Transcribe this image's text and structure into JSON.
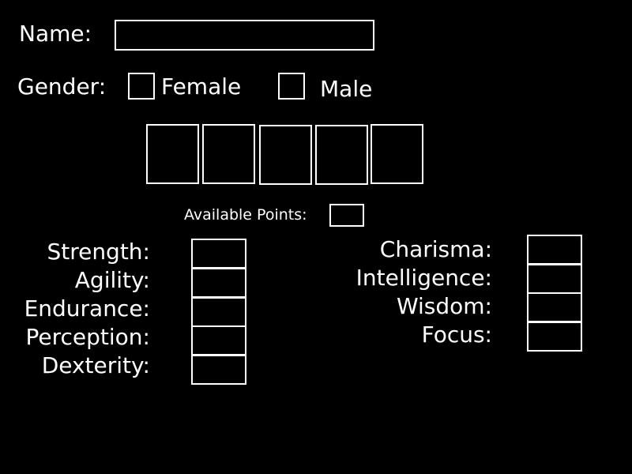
{
  "form": {
    "name_label": "Name:",
    "name_value": "",
    "gender_label": "Gender:",
    "gender_female_label": "Female",
    "gender_male_label": "Male"
  },
  "portraits": {
    "count": 5
  },
  "points": {
    "available_label": "Available Points:",
    "available_value": ""
  },
  "stats_left": [
    {
      "label": "Strength:",
      "value": ""
    },
    {
      "label": "Agility:",
      "value": ""
    },
    {
      "label": "Endurance:",
      "value": ""
    },
    {
      "label": "Perception:",
      "value": ""
    },
    {
      "label": "Dexterity:",
      "value": ""
    }
  ],
  "stats_right": [
    {
      "label": "Charisma:",
      "value": ""
    },
    {
      "label": "Intelligence:",
      "value": ""
    },
    {
      "label": "Wisdom:",
      "value": ""
    },
    {
      "label": "Focus:",
      "value": ""
    }
  ],
  "colors": {
    "background": "#000000",
    "foreground": "#ffffff"
  }
}
